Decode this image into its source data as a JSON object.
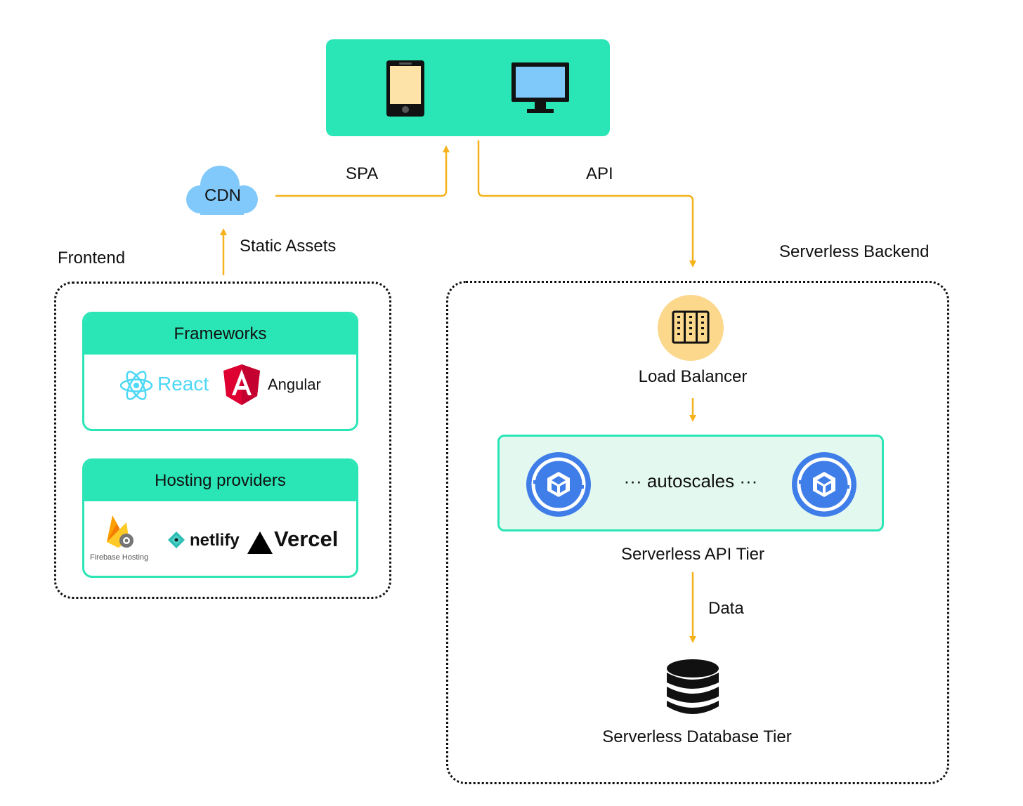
{
  "client": {
    "devices": [
      "mobile-phone-icon",
      "desktop-monitor-icon"
    ]
  },
  "cdn": {
    "label": "CDN"
  },
  "arrows": {
    "spa": "SPA",
    "api": "API",
    "static_assets": "Static Assets",
    "data": "Data"
  },
  "frontend": {
    "title": "Frontend",
    "frameworks": {
      "title": "Frameworks",
      "items": [
        "React",
        "Angular"
      ]
    },
    "hosting": {
      "title": "Hosting providers",
      "items": [
        "Firebase Hosting",
        "netlify",
        "Vercel"
      ]
    }
  },
  "backend": {
    "title": "Serverless Backend",
    "load_balancer": "Load Balancer",
    "autoscales": "··· autoscales ···",
    "api_tier": "Serverless API Tier",
    "database_tier": "Serverless Database Tier"
  },
  "colors": {
    "accent": "#2ae5b5",
    "arrow": "#f5b21b",
    "cdn": "#81c9fa",
    "react": "#4dd8f5",
    "angular": "#dd0031",
    "service": "#3f7ee8",
    "load_balancer_bg": "#fbd88c"
  }
}
